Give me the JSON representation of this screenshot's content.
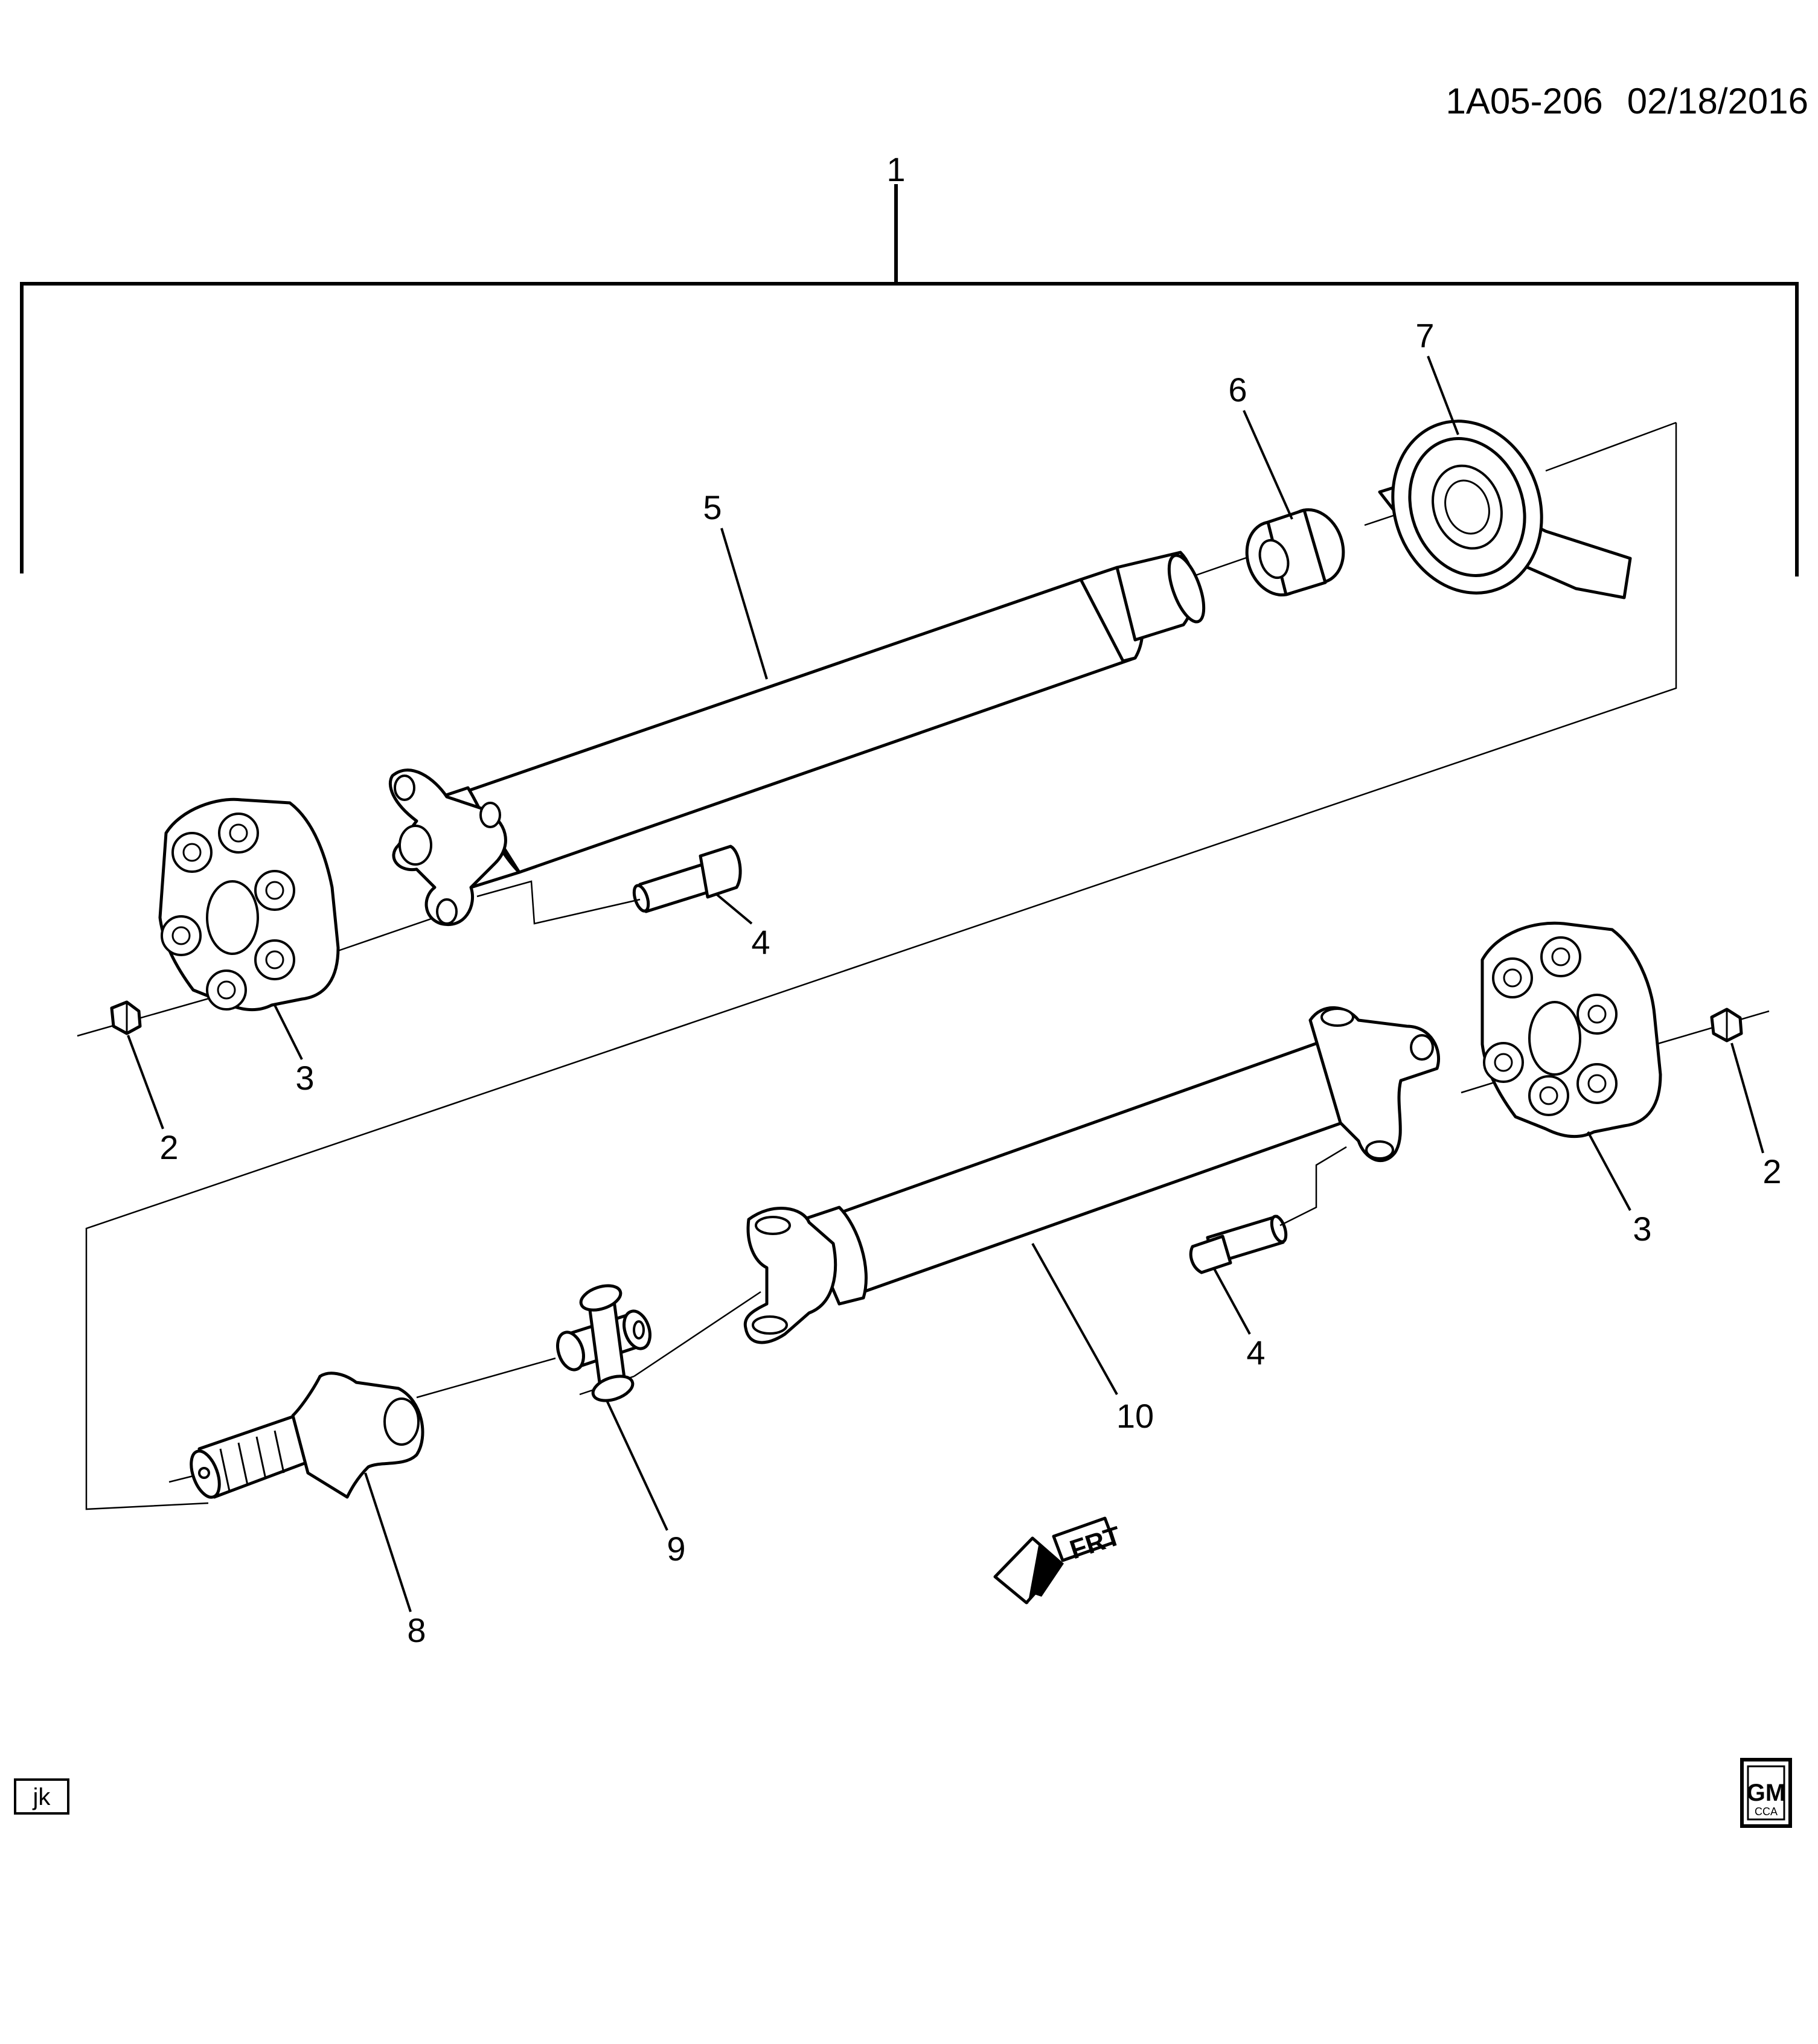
{
  "header": {
    "code": "1A05-206",
    "date": "02/18/2016"
  },
  "callouts": {
    "c1": "1",
    "c2a": "2",
    "c2b": "2",
    "c3a": "3",
    "c3b": "3",
    "c4a": "4",
    "c4b": "4",
    "c5": "5",
    "c6": "6",
    "c7": "7",
    "c8": "8",
    "c9": "9",
    "c10": "10"
  },
  "footer": {
    "illustrator_initials": "jk",
    "logo_text": "GM",
    "logo_sub": "CCA"
  },
  "direction_marker": {
    "text": "FRT",
    "icon": "front-arrow-icon"
  },
  "colors": {
    "ink": "#000000",
    "paper": "#ffffff"
  }
}
